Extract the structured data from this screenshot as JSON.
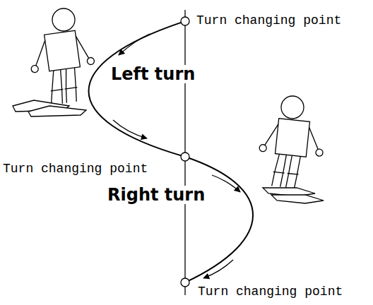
{
  "diagram": {
    "labels": [
      "Turn changing point",
      "Left turn",
      "Turn changing point",
      "Right turn",
      "Turn changing point"
    ]
  }
}
